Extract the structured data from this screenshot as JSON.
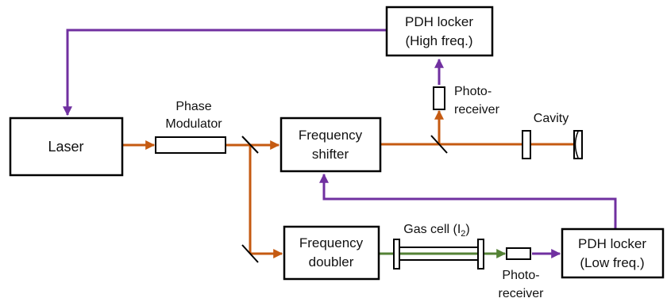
{
  "colors": {
    "laser_beam": "#c55a11",
    "green_beam": "#548235",
    "feedback": "#7030a0",
    "outline": "#000000"
  },
  "boxes": {
    "laser": "Laser",
    "freq_shifter_line1": "Frequency",
    "freq_shifter_line2": "shifter",
    "freq_doubler_line1": "Frequency",
    "freq_doubler_line2": "doubler",
    "pdh_high_line1": "PDH locker",
    "pdh_high_line2": "(High freq.)",
    "pdh_low_line1": "PDH locker",
    "pdh_low_line2": "(Low freq.)"
  },
  "labels": {
    "phase_mod_line1": "Phase",
    "phase_mod_line2": "Modulator",
    "photo_top_line1": "Photo-",
    "photo_top_line2": "receiver",
    "cavity": "Cavity",
    "gas_cell_prefix": "Gas cell (I",
    "gas_cell_sub": "2",
    "gas_cell_suffix": ")",
    "photo_bottom_line1": "Photo-",
    "photo_bottom_line2": "receiver"
  }
}
